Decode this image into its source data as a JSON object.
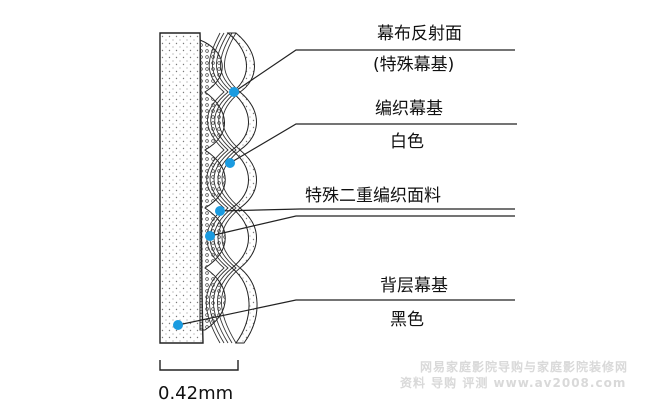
{
  "labels": {
    "surface": "幕布反射面",
    "surface_sub": "(特殊幕基)",
    "woven": "编织幕基",
    "woven_sub": "白色",
    "fabric": "特殊二重编织面料",
    "back": "背层幕基",
    "back_sub": "黑色"
  },
  "scale_label": "0.42mm",
  "watermark": {
    "line1": "网易家庭影院导购与家庭影院装修网",
    "line2": "资料 导购 评测 www.av2008.com"
  },
  "colors": {
    "marker": "#1a9be0",
    "line": "#222222",
    "dots": "#7a7a7a"
  }
}
